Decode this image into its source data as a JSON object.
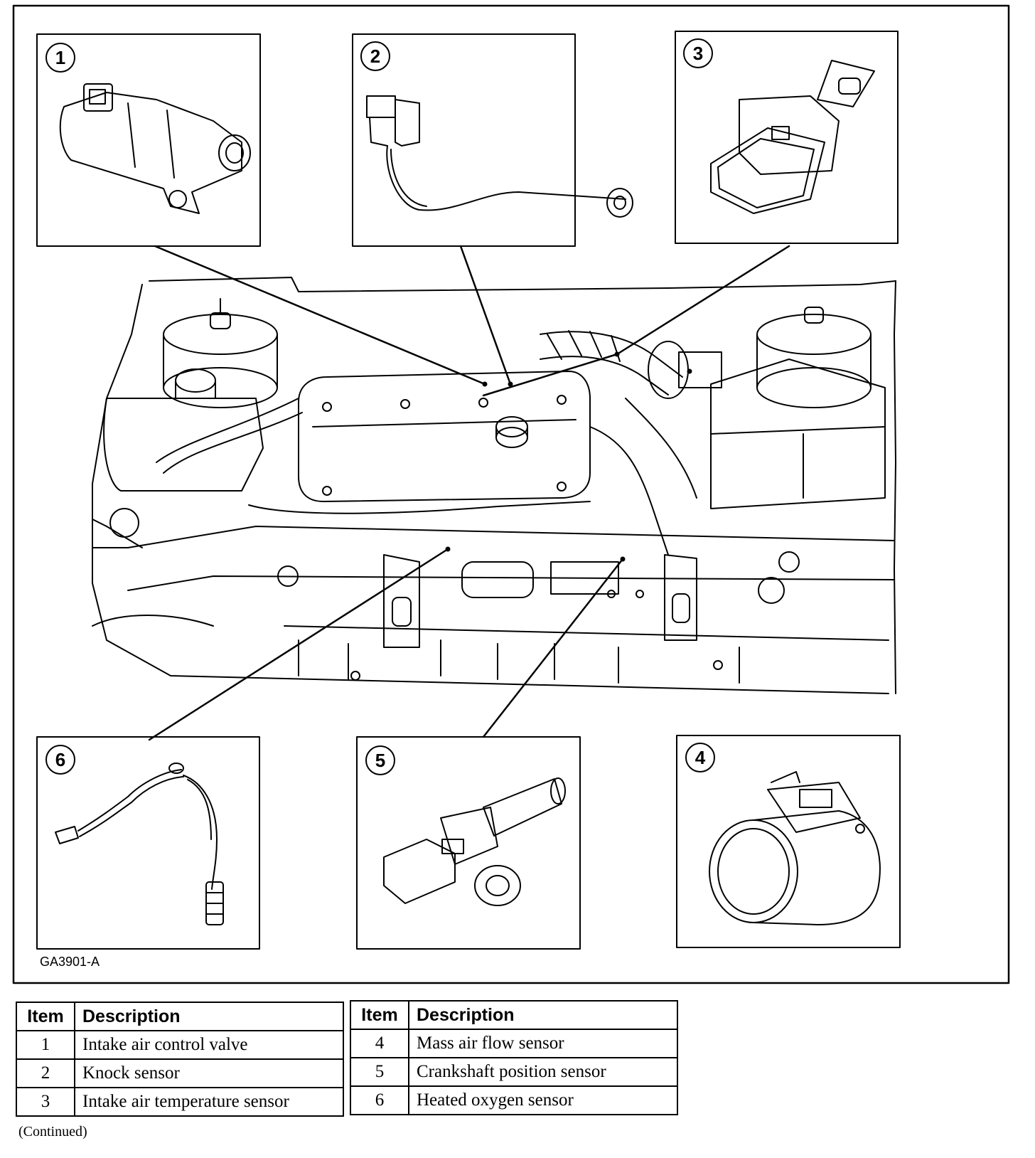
{
  "figure_code": "GA3901-A",
  "callouts": [
    "1",
    "2",
    "3",
    "4",
    "5",
    "6"
  ],
  "table_left": {
    "headers": {
      "item": "Item",
      "description": "Description"
    },
    "rows": [
      {
        "item": "1",
        "description": "Intake air control valve"
      },
      {
        "item": "2",
        "description": "Knock sensor"
      },
      {
        "item": "3",
        "description": "Intake air temperature sensor"
      }
    ]
  },
  "table_right": {
    "headers": {
      "item": "Item",
      "description": "Description"
    },
    "rows": [
      {
        "item": "4",
        "description": "Mass air flow sensor"
      },
      {
        "item": "5",
        "description": "Crankshaft position sensor"
      },
      {
        "item": "6",
        "description": "Heated oxygen sensor"
      }
    ]
  },
  "continued": "(Continued)"
}
